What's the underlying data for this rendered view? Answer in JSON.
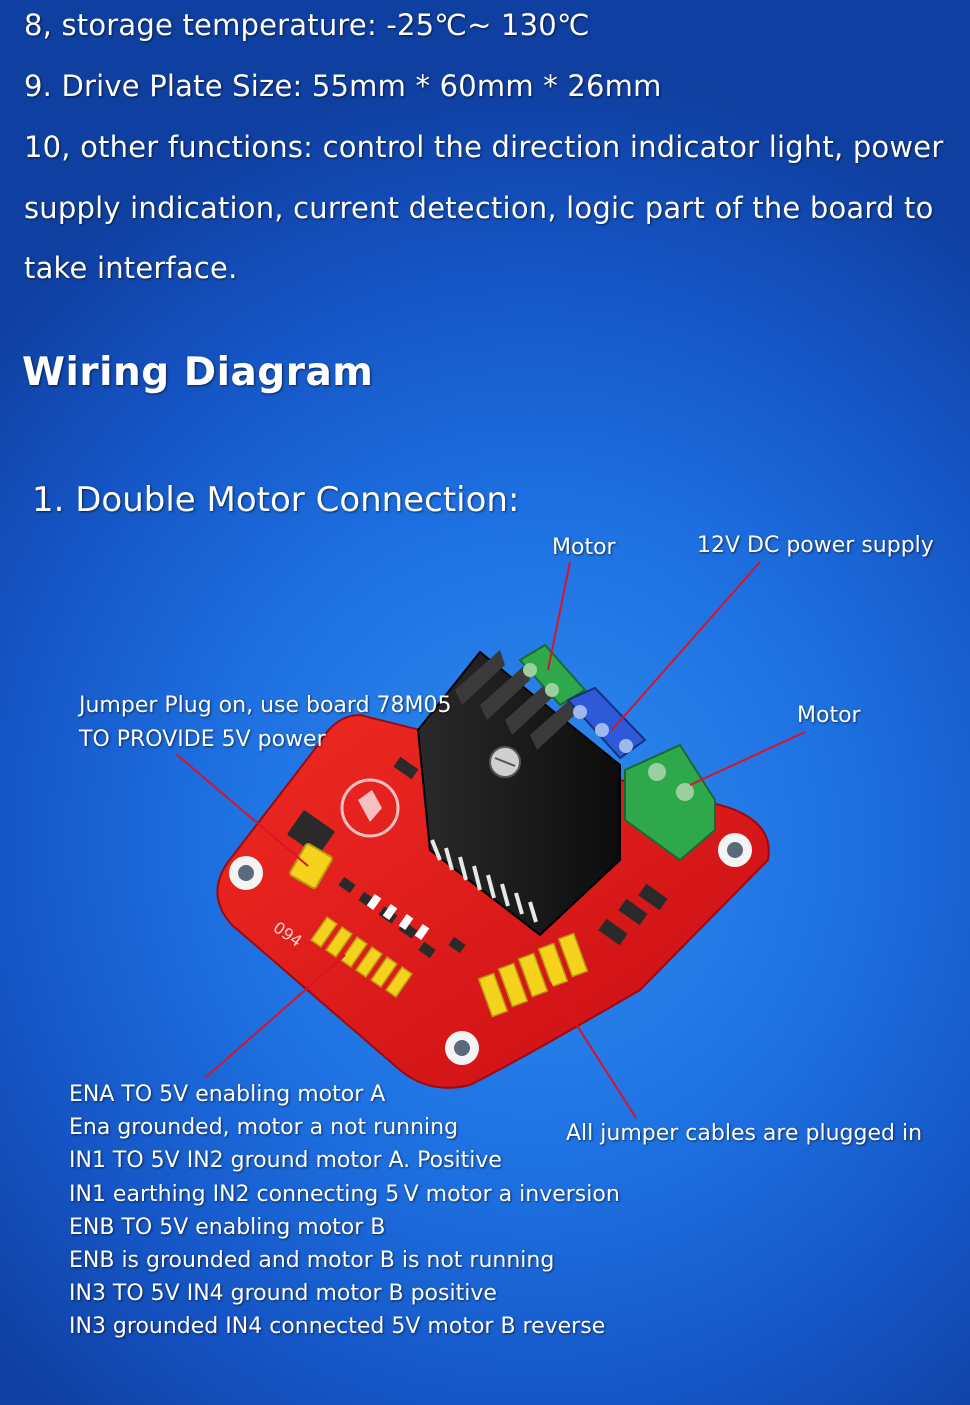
{
  "specs": [
    "8, storage temperature: -25℃~ 130℃",
    "9. Drive Plate Size: 55mm * 60mm * 26mm",
    "10, other functions: control the direction indicator light, power",
    "supply indication, current detection, logic part of the board to",
    "take interface."
  ],
  "section_title": "Wiring Diagram",
  "subsection_title": "1. Double Motor Connection:",
  "labels": {
    "motor_top": "Motor",
    "power_supply": "12V DC power supply",
    "motor_right": "Motor",
    "jumper_line1": "Jumper Plug on, use board 78M05",
    "jumper_line2": "TO PROVIDE 5V power",
    "all_jumpers": "All jumper cables are plugged in",
    "board_text": "094"
  },
  "notes": [
    "ENA TO 5V enabling motor A",
    "Ena grounded, motor a not running",
    "IN1 TO 5V IN2 ground motor A. Positive",
    "IN1 earthing IN2 connecting 5 V motor a inversion",
    "ENB TO 5V enabling motor B",
    "ENB is grounded and motor B is not running",
    "IN3 TO 5V IN4 ground motor B positive",
    "IN3 grounded IN4 connected 5V motor B reverse"
  ],
  "colors": {
    "background": "#1d6fe0",
    "board_red": "#e8141a",
    "heatsink": "#1a1a1a",
    "terminal_green": "#2ea84a",
    "terminal_blue": "#2e5ad8",
    "jumper_yellow": "#f5d21c",
    "pointer_line": "#d8142a"
  }
}
